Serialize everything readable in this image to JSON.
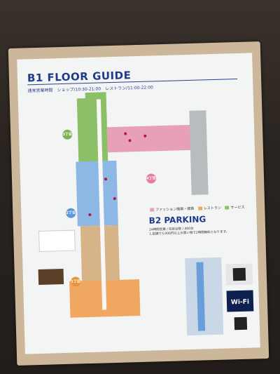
{
  "board": {
    "title": "B1 FLOOR GUIDE",
    "hours": "通常営業時間　ショップ/10:30-21:00　レストラン/11:00-22:00",
    "parking_title": "B2 PARKING",
    "parking_info": "24時間営業 / 収容台数 / 400台",
    "parking_detail": "1.店舗で3,000円以上お買い物で2時間無料となります。",
    "exits": [
      "3丁目",
      "4丁目",
      "2丁目",
      "1丁目"
    ],
    "legend": [
      "ファッション雑貨・雑貨",
      "レストラン",
      "サービス"
    ],
    "wifi_label": "Wi-Fi",
    "colors": {
      "green": "#8cc068",
      "pink": "#e8a0b8",
      "blue": "#8db8e6",
      "orange": "#f0a860",
      "tan": "#d6b488",
      "navy": "#1e3a8a"
    }
  }
}
